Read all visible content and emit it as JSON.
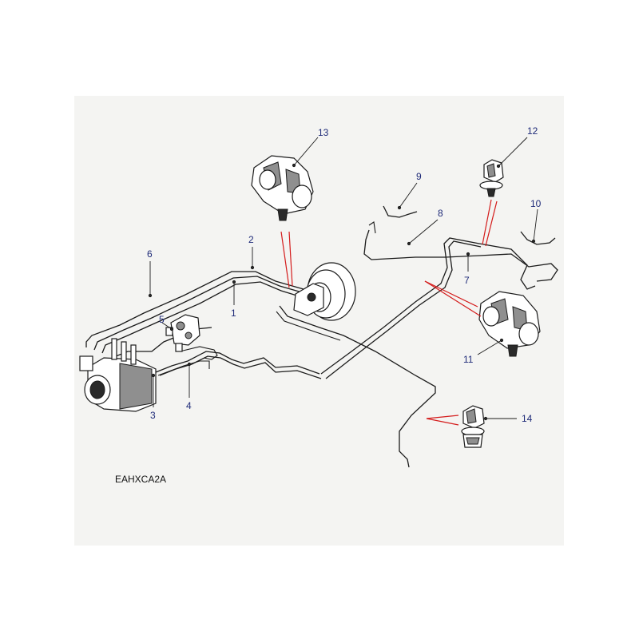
{
  "diagram": {
    "reference_code": "EAHXCA2A",
    "callouts": [
      "1",
      "2",
      "3",
      "4",
      "5",
      "6",
      "7",
      "8",
      "9",
      "10",
      "11",
      "12",
      "13",
      "14"
    ]
  },
  "colors": {
    "callout_text": "#1e2a78",
    "line": "#1b1b1b",
    "indicator": "#d41c1c",
    "panel_background": "#f4f4f2"
  }
}
